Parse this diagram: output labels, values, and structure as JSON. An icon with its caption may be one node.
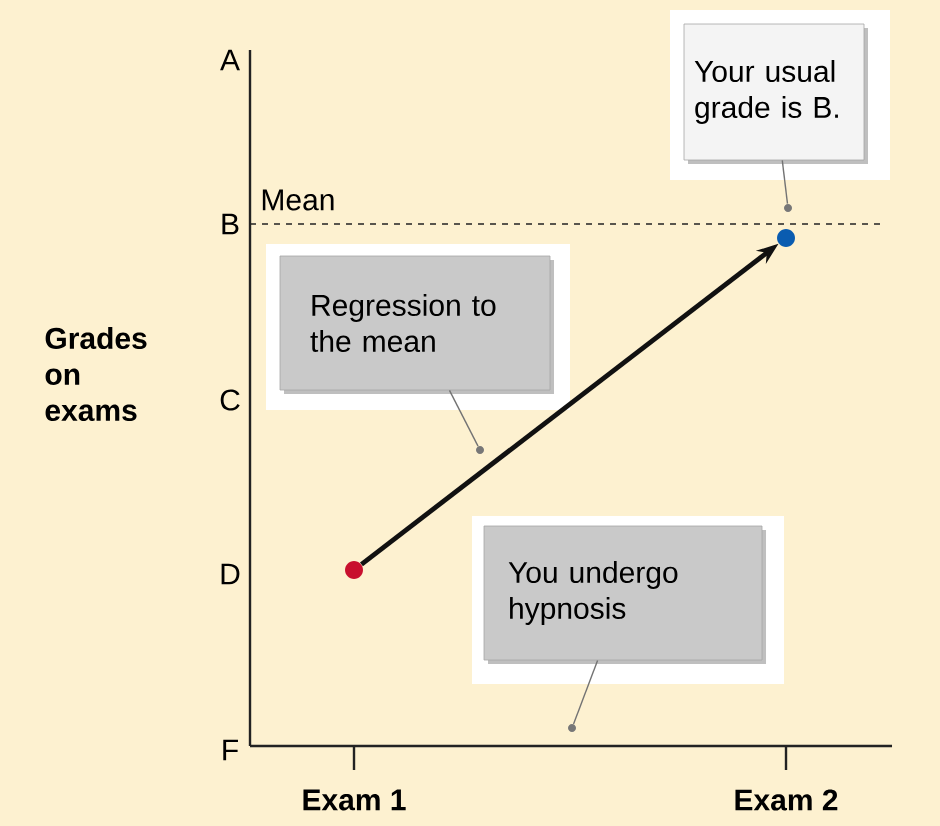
{
  "diagram": {
    "nodes": [
      {
        "text": [
          "Your usual grade is B."
        ]
      },
      {
        "text": [],
        "shape": "circle"
      },
      {
        "text": [
          "Regression to the mean"
        ]
      },
      {
        "text": [],
        "shape": "circle"
      },
      {
        "text": [],
        "shape": "circle"
      },
      {
        "text": [],
        "shape": "circle"
      },
      {
        "text": [
          "You undergo hypnosis"
        ]
      },
      {
        "text": [],
        "shape": "circle"
      }
    ],
    "edges": [
      {
        "from": 0,
        "to": 1,
        "arrow": "none"
      },
      {
        "from": 2,
        "to": 3,
        "arrow": "none"
      },
      {
        "from": 4,
        "to": 5,
        "arrow": "to",
        "style": "thick",
        "color": "#111111"
      },
      {
        "from": 6,
        "to": 7,
        "arrow": "none"
      }
    ],
    "labels": [
      "A",
      "B",
      "Mean",
      "C",
      "Grades on exams",
      "D",
      "F",
      "Exam 1",
      "Exam 2"
    ]
  }
}
